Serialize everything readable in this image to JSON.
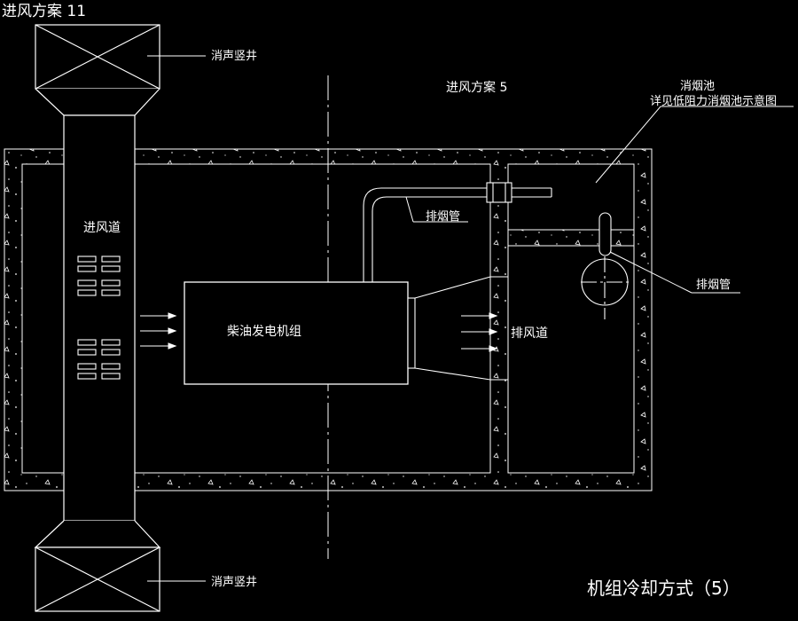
{
  "labels": {
    "corner_title": "进风方案 11",
    "silencer_shaft_top": "消声竖井",
    "silencer_shaft_bottom": "消声竖井",
    "scheme_five": "进风方案 5",
    "smoke_pool": "消烟池",
    "smoke_pool_note": "详见低阻力消烟池示意图",
    "exhaust_pipe_1": "排烟管",
    "exhaust_pipe_2": "排烟管",
    "intake_duct": "进风道",
    "generator_set": "柴油发电机组",
    "exhaust_duct": "排风道",
    "caption": "机组冷却方式（5）"
  },
  "colors": {
    "background": "#000000",
    "line": "#ffffff"
  }
}
